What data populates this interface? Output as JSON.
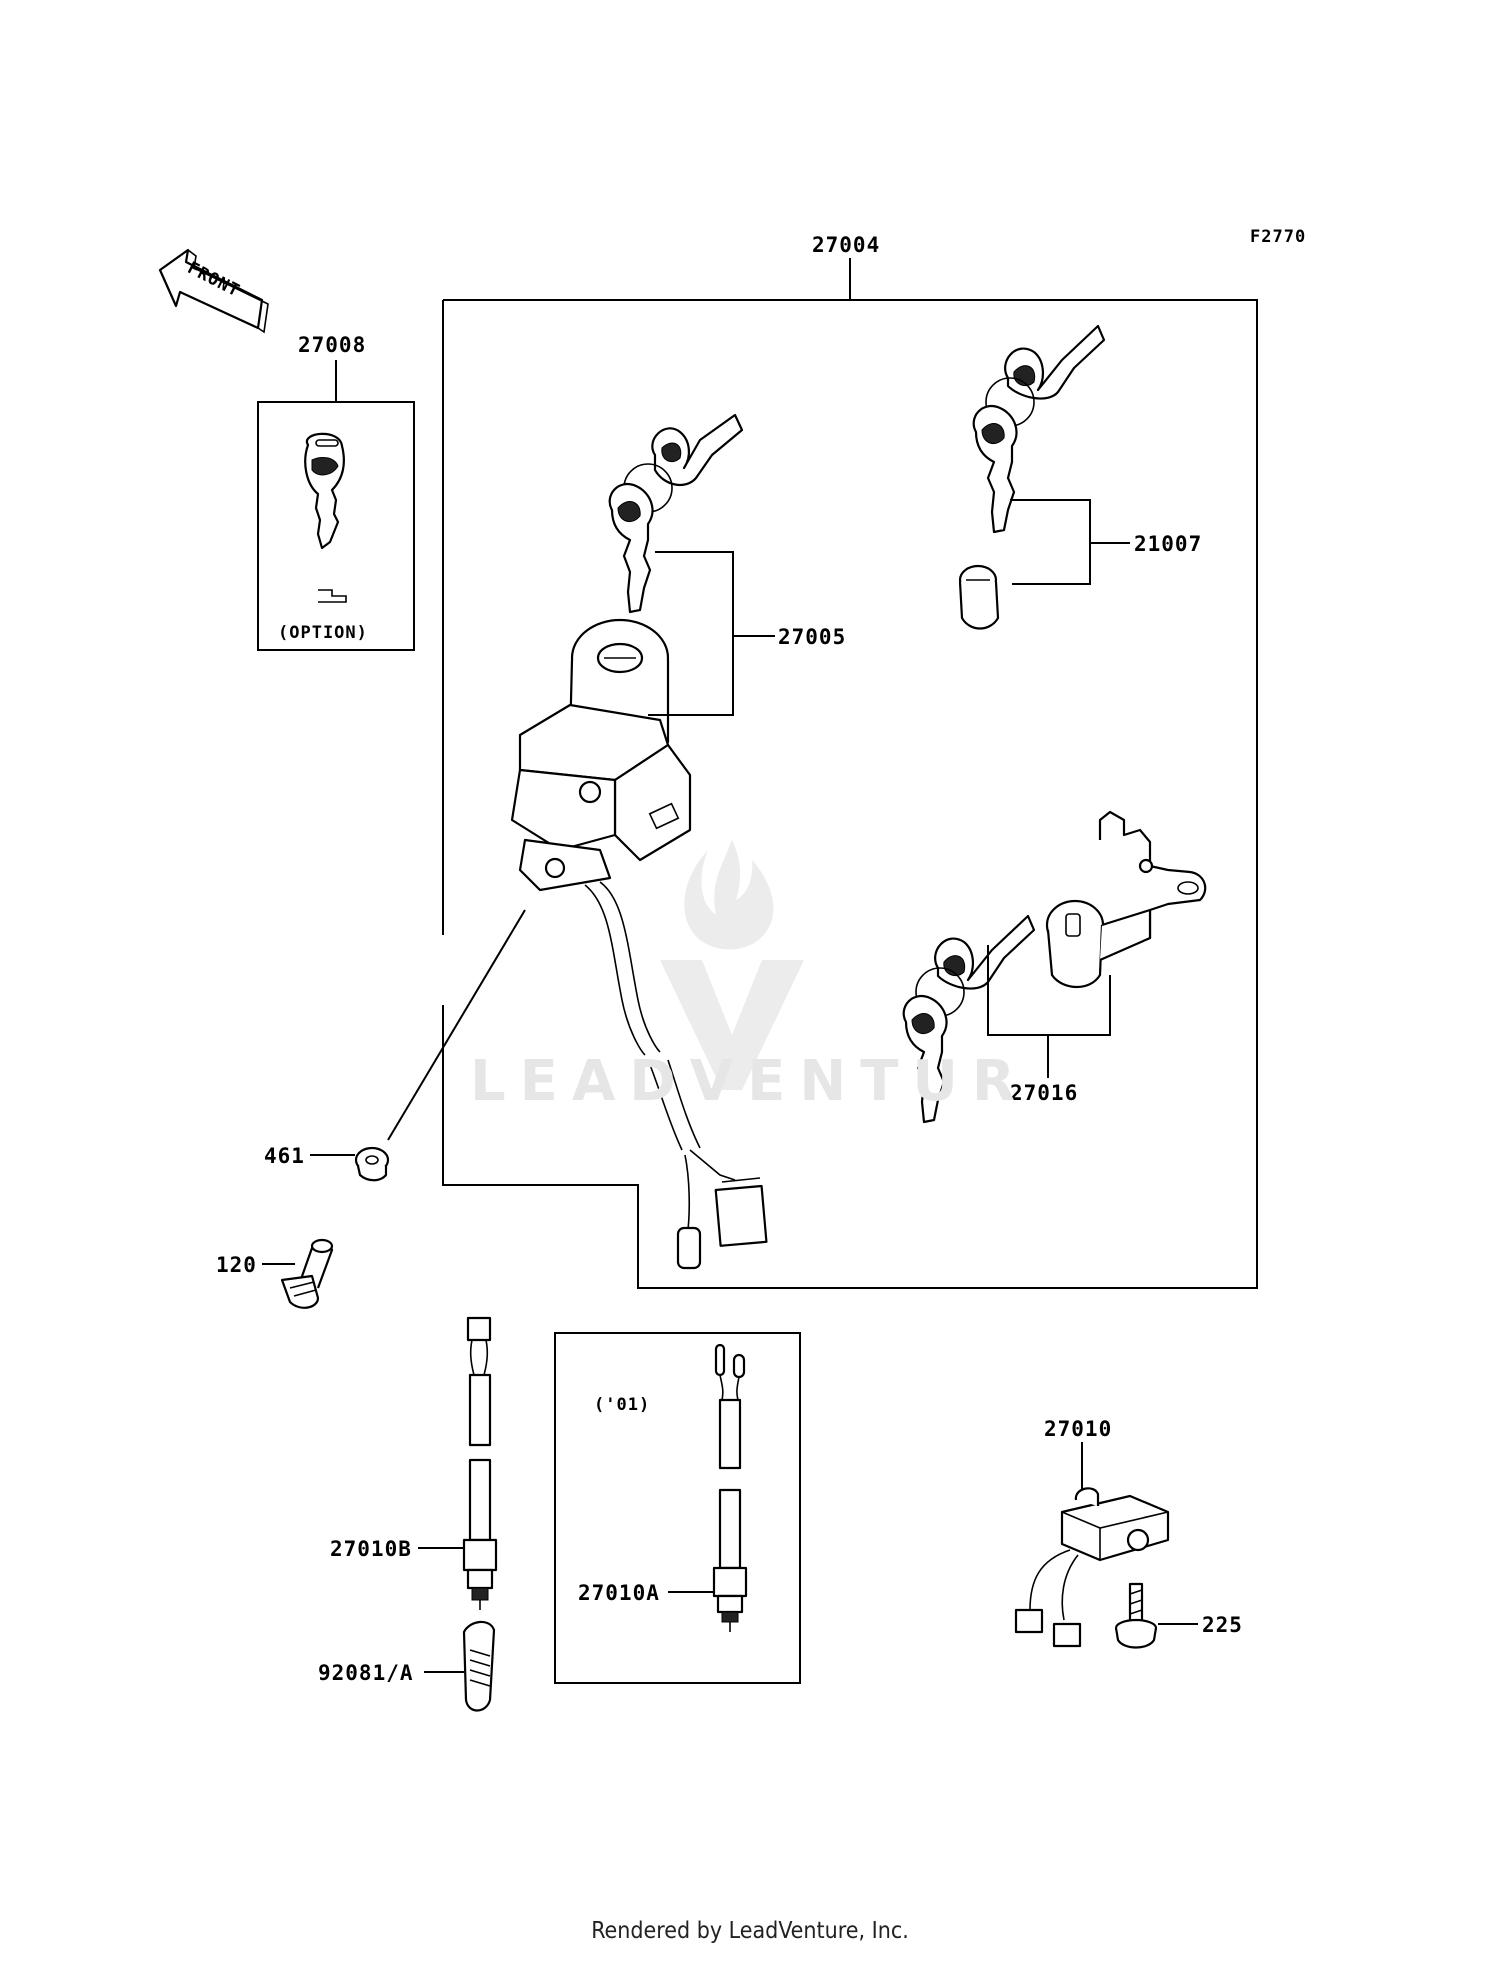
{
  "diagram": {
    "figure_code": "F2770",
    "front_arrow": "FRONT",
    "option_note": "(OPTION)",
    "year_note": "('01)",
    "callouts": {
      "c27004": "27004",
      "c27008": "27008",
      "c21007": "21007",
      "c27005": "27005",
      "c27016": "27016",
      "c461": "461",
      "c120": "120",
      "c27010": "27010",
      "c27010B": "27010B",
      "c27010A": "27010A",
      "c225": "225",
      "c92081": "92081/A"
    }
  },
  "watermark": {
    "text": "LEADVENTURE"
  },
  "footer": {
    "text": "Rendered by LeadVenture, Inc."
  }
}
